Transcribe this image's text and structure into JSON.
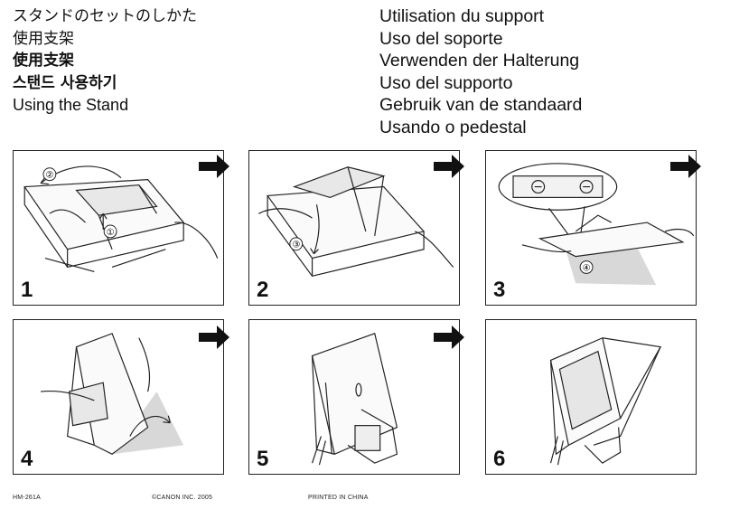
{
  "header": {
    "left_lines": [
      "スタンドのセットのしかた",
      "使用支架",
      "使用支架",
      "스탠드 사용하기",
      "Using the Stand"
    ],
    "right_lines": [
      "Utilisation du support",
      "Uso del soporte",
      "Verwenden der Halterung",
      "Uso del supporto",
      "Gebruik van de standaard",
      "Usando o pedestal"
    ]
  },
  "steps": [
    {
      "number": "1",
      "callouts": [
        "②",
        "①"
      ]
    },
    {
      "number": "2",
      "callouts": [
        "③"
      ]
    },
    {
      "number": "3",
      "callouts": [
        "④"
      ]
    },
    {
      "number": "4",
      "callouts": []
    },
    {
      "number": "5",
      "callouts": []
    },
    {
      "number": "6",
      "callouts": []
    }
  ],
  "footer": {
    "code": "HM-261A",
    "copyright": "©CANON INC. 2005",
    "printed": "PRINTED IN CHINA"
  }
}
